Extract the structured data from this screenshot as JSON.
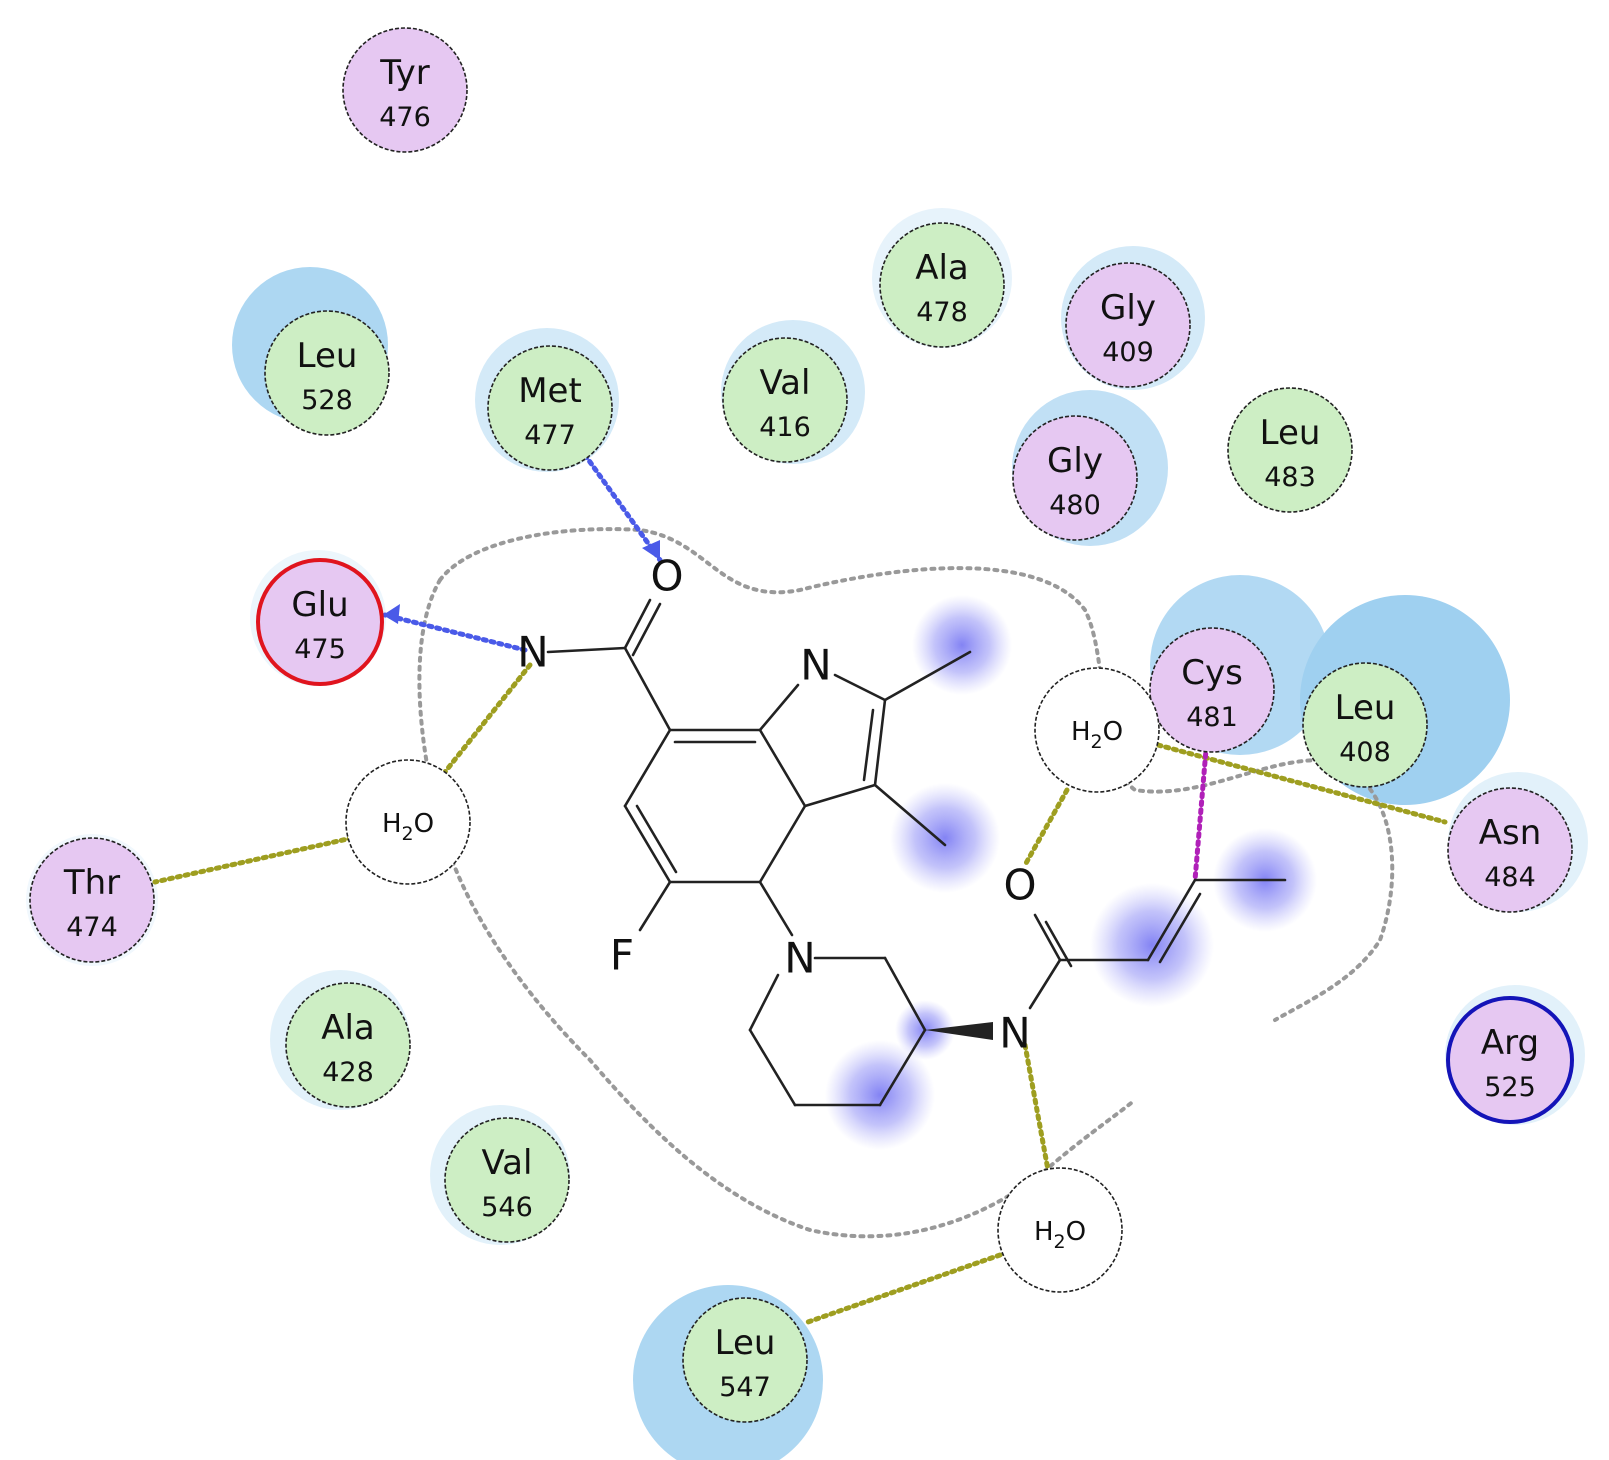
{
  "colors": {
    "polar": "#e6c8f2",
    "hydrophobic": "#cdeec4",
    "negative_outline": "#e0141e",
    "positive_outline": "#1414b8",
    "solvent_exposure": "#9fd0f0",
    "hbond_backbone": "#4a5ae8",
    "water_contact": "#9e9e20",
    "cys_contact": "#b020b8",
    "ligand_exposure": "#6060f0",
    "pocket_outline": "#999999"
  },
  "residues": [
    {
      "id": "tyr476",
      "name": "Tyr",
      "num": "476",
      "type": "polar"
    },
    {
      "id": "ala478",
      "name": "Ala",
      "num": "478",
      "type": "hydrophobic"
    },
    {
      "id": "gly409",
      "name": "Gly",
      "num": "409",
      "type": "polar"
    },
    {
      "id": "leu528",
      "name": "Leu",
      "num": "528",
      "type": "hydrophobic"
    },
    {
      "id": "met477",
      "name": "Met",
      "num": "477",
      "type": "hydrophobic"
    },
    {
      "id": "val416",
      "name": "Val",
      "num": "416",
      "type": "hydrophobic"
    },
    {
      "id": "leu483",
      "name": "Leu",
      "num": "483",
      "type": "hydrophobic"
    },
    {
      "id": "gly480",
      "name": "Gly",
      "num": "480",
      "type": "polar"
    },
    {
      "id": "glu475",
      "name": "Glu",
      "num": "475",
      "type": "negative"
    },
    {
      "id": "cys481",
      "name": "Cys",
      "num": "481",
      "type": "polar"
    },
    {
      "id": "leu408",
      "name": "Leu",
      "num": "408",
      "type": "hydrophobic"
    },
    {
      "id": "asn484",
      "name": "Asn",
      "num": "484",
      "type": "polar"
    },
    {
      "id": "thr474",
      "name": "Thr",
      "num": "474",
      "type": "polar"
    },
    {
      "id": "arg525",
      "name": "Arg",
      "num": "525",
      "type": "positive"
    },
    {
      "id": "ala428",
      "name": "Ala",
      "num": "428",
      "type": "hydrophobic"
    },
    {
      "id": "val546",
      "name": "Val",
      "num": "546",
      "type": "hydrophobic"
    },
    {
      "id": "leu547",
      "name": "Leu",
      "num": "547",
      "type": "hydrophobic"
    }
  ],
  "waters": [
    {
      "id": "water-1",
      "label": "H",
      "sub": "2",
      "tail": "O"
    },
    {
      "id": "water-2",
      "label": "H",
      "sub": "2",
      "tail": "O"
    },
    {
      "id": "water-3",
      "label": "H",
      "sub": "2",
      "tail": "O"
    }
  ],
  "atoms": {
    "o_amide": "O",
    "n_amide": "N",
    "n_indole": "N",
    "fluorine": "F",
    "n_piperidine": "N",
    "n_acryl": "N",
    "o_acryl": "O"
  }
}
